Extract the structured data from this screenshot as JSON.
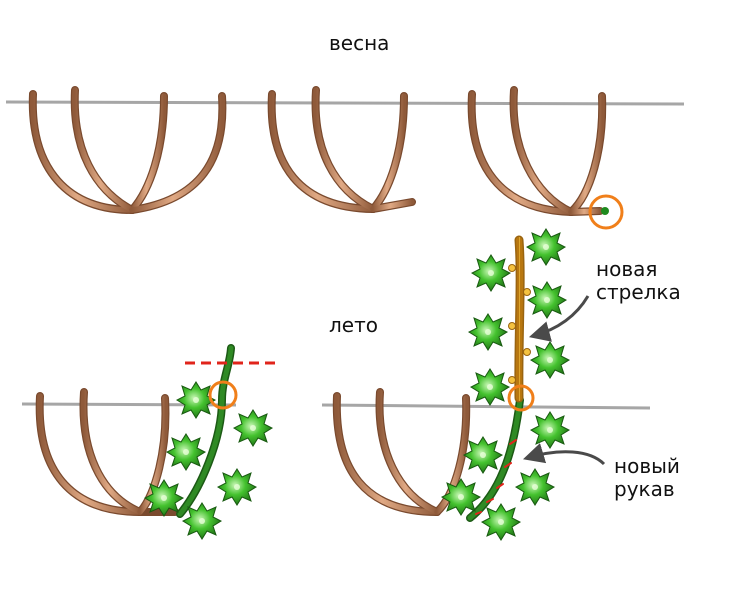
{
  "labels": {
    "spring": "весна",
    "summer": "лето",
    "new_arrow": "новая\nстрелка",
    "new_sleeve": "новый\nрукав"
  },
  "colors": {
    "wire": "#a6a6a6",
    "vine": "#c8906a",
    "vine_dark": "#8a5536",
    "shoot": "#2f8a24",
    "shoot_dark": "#1c5a15",
    "leaf": "#3eb52c",
    "leaf_dark": "#1f6e15",
    "new_arrow": "#e2a21c",
    "circle": "#f07f1a",
    "cut_line": "#e0241b",
    "pointer": "#4a4a4a"
  },
  "icons": [
    "grapevine-sleeve-icon",
    "leaf-icon",
    "orange-circle-marker",
    "red-dashed-cut-line",
    "pointer-arrow-icon"
  ]
}
